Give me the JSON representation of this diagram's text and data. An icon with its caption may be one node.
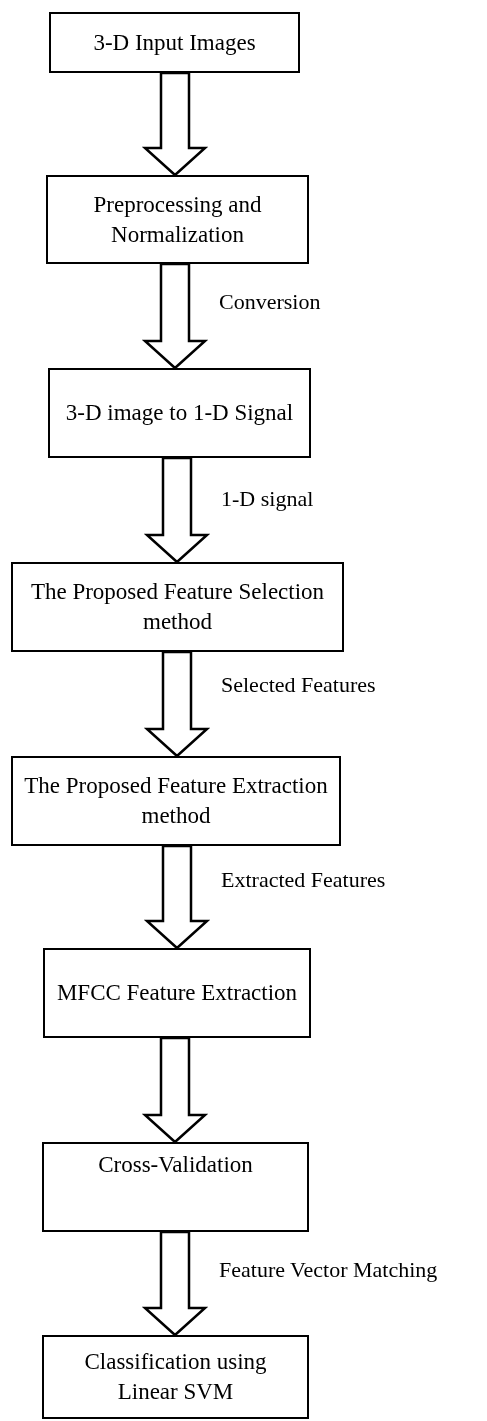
{
  "diagram": {
    "nodes": [
      {
        "text": [
          "3-D Input Images"
        ]
      },
      {
        "text": [
          "Preprocessing and Normalization"
        ]
      },
      {
        "text": [
          "3-D image to 1-D Signal"
        ]
      },
      {
        "text": [
          "The Proposed Feature Selection method"
        ]
      },
      {
        "text": [
          "The Proposed Feature Extraction method"
        ]
      },
      {
        "text": [
          "MFCC Feature Extraction"
        ]
      },
      {
        "text": [
          "Cross-Validation"
        ]
      },
      {
        "text": [
          "Classification using Linear SVM"
        ]
      }
    ],
    "edges": [
      {
        "from": 0,
        "to": 1,
        "arrow": "to"
      },
      {
        "from": 1,
        "to": 2,
        "arrow": "to",
        "label": "Conversion"
      },
      {
        "from": 2,
        "to": 3,
        "arrow": "to",
        "label": "1-D signal"
      },
      {
        "from": 3,
        "to": 4,
        "arrow": "to",
        "label": "Selected Features"
      },
      {
        "from": 4,
        "to": 5,
        "arrow": "to",
        "label": "Extracted Features"
      },
      {
        "from": 5,
        "to": 6,
        "arrow": "to"
      },
      {
        "from": 6,
        "to": 7,
        "arrow": "to",
        "label": "Feature Vector Matching"
      }
    ]
  }
}
